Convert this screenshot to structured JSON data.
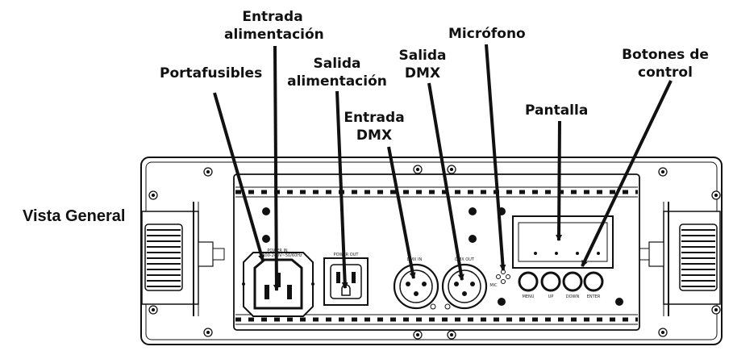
{
  "side_title": "Vista General",
  "callouts": {
    "portafusibles": "Portafusibles",
    "entrada_alim_1": "Entrada",
    "entrada_alim_2": "alimentación",
    "salida_alim_1": "Salida",
    "salida_alim_2": "alimentación",
    "entrada_dmx_1": "Entrada",
    "entrada_dmx_2": "DMX",
    "salida_dmx_1": "Salida",
    "salida_dmx_2": "DMX",
    "microfono": "Micrófono",
    "pantalla": "Pantalla",
    "botones_1": "Botones de",
    "botones_2": "control"
  },
  "panel_labels": {
    "power_in": "POWER IN",
    "power_in_rating": "100-240V~50/60Hz",
    "power_out": "POWER OUT",
    "dmx_in": "DMX IN",
    "dmx_out": "DMX OUT",
    "mic": "MIC"
  },
  "buttons": [
    {
      "label": "MENU"
    },
    {
      "label": "UP"
    },
    {
      "label": "DOWN"
    },
    {
      "label": "ENTER"
    }
  ],
  "colors": {
    "ink": "#111111",
    "panel": "#ffffff"
  }
}
